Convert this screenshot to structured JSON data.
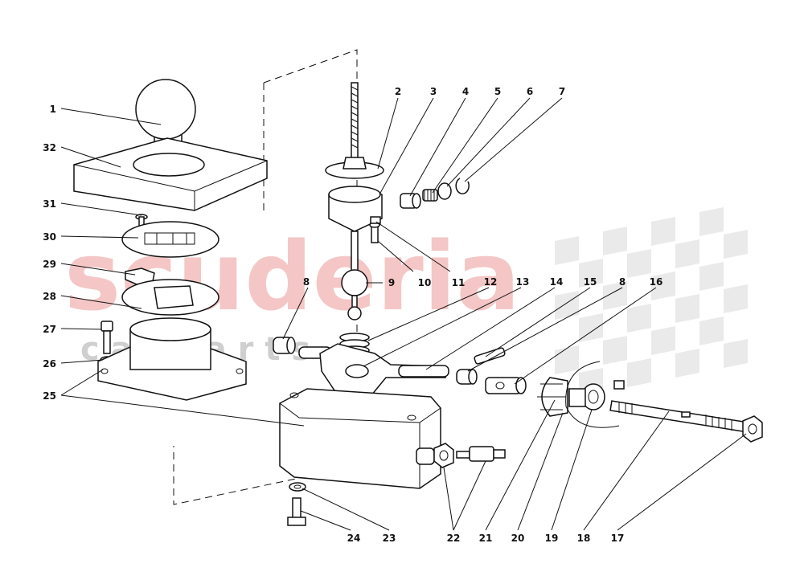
{
  "watermark": {
    "brand": "scuderia",
    "sub": "c a r   p a r t s",
    "color": "#f4c6c6",
    "checker_color": "#d9d9d9"
  },
  "callouts": [
    {
      "n": "1"
    },
    {
      "n": "32"
    },
    {
      "n": "31"
    },
    {
      "n": "30"
    },
    {
      "n": "29"
    },
    {
      "n": "28"
    },
    {
      "n": "27"
    },
    {
      "n": "26"
    },
    {
      "n": "25"
    },
    {
      "n": "2"
    },
    {
      "n": "3"
    },
    {
      "n": "4"
    },
    {
      "n": "5"
    },
    {
      "n": "6"
    },
    {
      "n": "7"
    },
    {
      "n": "8"
    },
    {
      "n": "9"
    },
    {
      "n": "10"
    },
    {
      "n": "11"
    },
    {
      "n": "12"
    },
    {
      "n": "13"
    },
    {
      "n": "14"
    },
    {
      "n": "15"
    },
    {
      "n": "8"
    },
    {
      "n": "16"
    },
    {
      "n": "24"
    },
    {
      "n": "23"
    },
    {
      "n": "22"
    },
    {
      "n": "21"
    },
    {
      "n": "20"
    },
    {
      "n": "19"
    },
    {
      "n": "18"
    },
    {
      "n": "17"
    }
  ]
}
